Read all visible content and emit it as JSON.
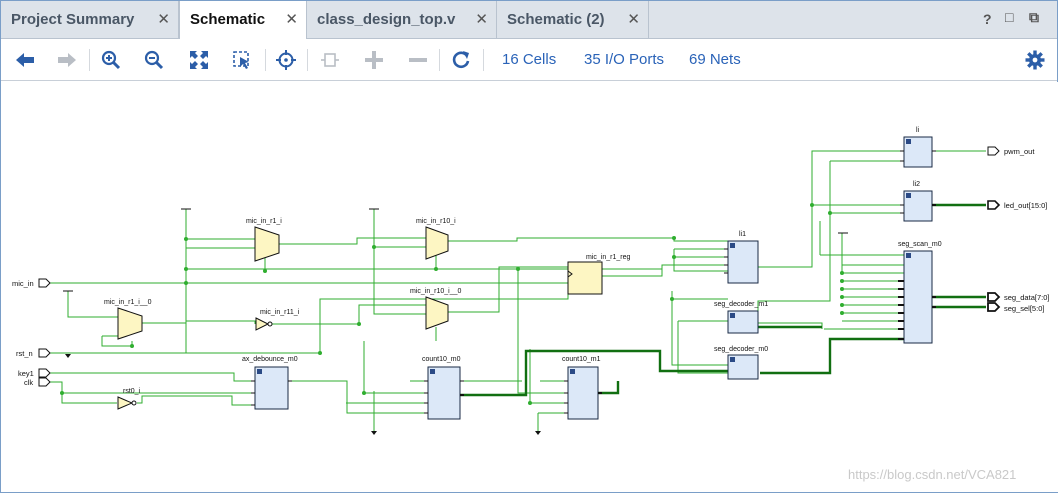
{
  "tabs": [
    {
      "label": "Project Summary",
      "active": false
    },
    {
      "label": "Schematic",
      "active": true
    },
    {
      "label": "class_design_top.v",
      "active": false
    },
    {
      "label": "Schematic (2)",
      "active": false
    }
  ],
  "window_controls": {
    "help": "?",
    "restore": "□",
    "float": "⧉"
  },
  "toolbar": {
    "icons": [
      "back-arrow-icon",
      "forward-arrow-icon",
      "zoom-in-icon",
      "zoom-out-icon",
      "zoom-fit-icon",
      "zoom-area-icon",
      "crosshair-icon",
      "collapse-icon",
      "add-icon",
      "remove-icon",
      "refresh-icon",
      "gear-icon"
    ],
    "cells": "16 Cells",
    "io_ports": "35 I/O Ports",
    "nets": "69 Nets"
  },
  "schematic": {
    "ports_in": {
      "mic_in": "mic_in",
      "rst_n": "rst_n",
      "key1": "key1",
      "clk": "clk"
    },
    "ports_out": {
      "pwm_out": "pwm_out",
      "led_out": "led_out[15:0]",
      "seg_data": "seg_data[7:0]",
      "seg_sel": "seg_sel[5:0]"
    },
    "cells": {
      "mic_in_r1_i": "mic_in_r1_i",
      "mic_in_r1_i__0": "mic_in_r1_i__0",
      "mic_in_r11_i": "mic_in_r11_i",
      "ax_debounce_m0": "ax_debounce_m0",
      "rst0_i": "rst0_i",
      "mic_in_r10_i": "mic_in_r10_i",
      "mic_in_r10_i__0": "mic_in_r10_i__0",
      "count10_m0": "count10_m0",
      "mic_in_r1_reg": "mic_in_r1_reg",
      "count10_m1": "count10_m1",
      "li1": "li1",
      "seg_decoder_m1": "seg_decoder_m1",
      "seg_decoder_m0": "seg_decoder_m0",
      "li": "li",
      "li2": "li2",
      "seg_scan_m0": "seg_scan_m0"
    }
  },
  "watermark": "https://blog.csdn.net/VCA821",
  "colors": {
    "wire": "#2fae2f",
    "bus": "#116f11",
    "mux_fill": "#fdf6c3",
    "block_fill": "#dce8f8",
    "block_stroke": "#1a2a44",
    "link": "#2a63b8"
  }
}
